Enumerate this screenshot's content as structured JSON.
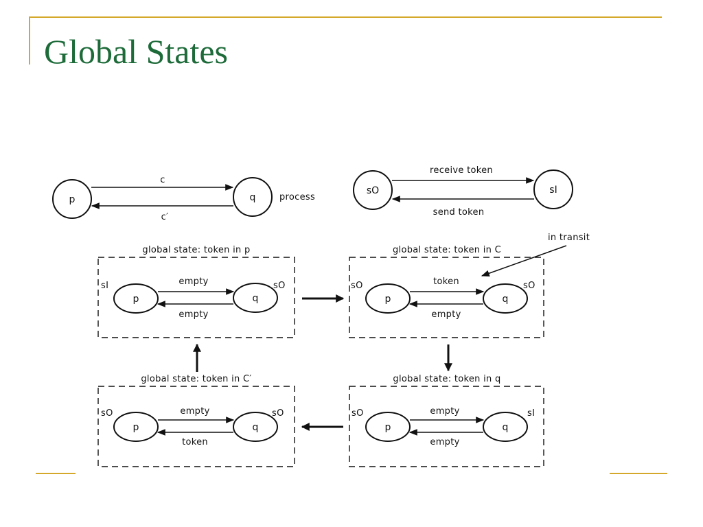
{
  "slide": {
    "title": "Global States",
    "accent_color": "#d4a82a",
    "title_color": "#1e6b3a"
  },
  "diagram": {
    "process": {
      "nodes": [
        "p",
        "q"
      ],
      "channels": [
        "c",
        "c′"
      ],
      "label": "process"
    },
    "token_machine": {
      "states": [
        "sO",
        "sI"
      ],
      "transitions": [
        "receive token",
        "send token"
      ]
    },
    "annotation": "in transit",
    "global_states": [
      {
        "title": "global state: token in p",
        "p_state": "sI",
        "q_state": "sO",
        "p_node": "p",
        "q_node": "q",
        "channel_c": "empty",
        "channel_c_prime": "empty"
      },
      {
        "title": "global state: token in C",
        "p_state": "sO",
        "q_state": "sO",
        "p_node": "p",
        "q_node": "q",
        "channel_c": "token",
        "channel_c_prime": "empty"
      },
      {
        "title": "global state: token in C′",
        "p_state": "sO",
        "q_state": "sO",
        "p_node": "p",
        "q_node": "q",
        "channel_c": "empty",
        "channel_c_prime": "token"
      },
      {
        "title": "global state: token in q",
        "p_state": "sO",
        "q_state": "sI",
        "p_node": "p",
        "q_node": "q",
        "channel_c": "empty",
        "channel_c_prime": "empty"
      }
    ]
  }
}
